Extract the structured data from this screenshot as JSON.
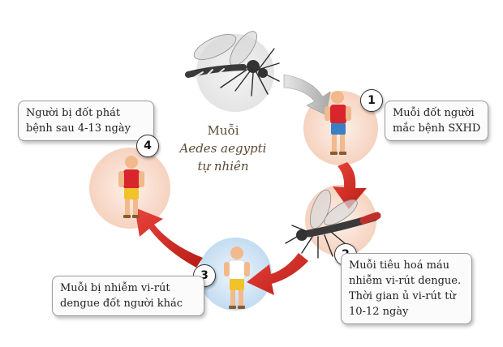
{
  "center": {
    "line1": "Muỗi",
    "line2": "Aedes aegypti",
    "line3": "tự nhiên"
  },
  "steps": [
    {
      "number": "1",
      "lines": [
        "Muỗi đốt người",
        "mắc bệnh SXHD"
      ]
    },
    {
      "number": "2",
      "lines": [
        "Muỗi tiêu hoá máu",
        "nhiễm vi-rút dengue.",
        "Thời gian ủ vi-rút từ",
        "10-12 ngày"
      ]
    },
    {
      "number": "3",
      "lines": [
        "Muỗi bị nhiễm vi-rút",
        "dengue đốt người khác"
      ]
    },
    {
      "number": "4",
      "lines": [
        "Người bị đốt phát",
        "bệnh sau 4-13 ngày"
      ]
    }
  ],
  "colors": {
    "arrow_red": "#d42a22",
    "arrow_gray": "#b5b5b5",
    "circle_peach": "#fbe3d6",
    "circle_blue": "#d8e9f7",
    "shirt_red": "#d9262c",
    "shorts_blue": "#3c7fc4",
    "shorts_yellow": "#f2c22a",
    "skin": "#f2b98c"
  }
}
